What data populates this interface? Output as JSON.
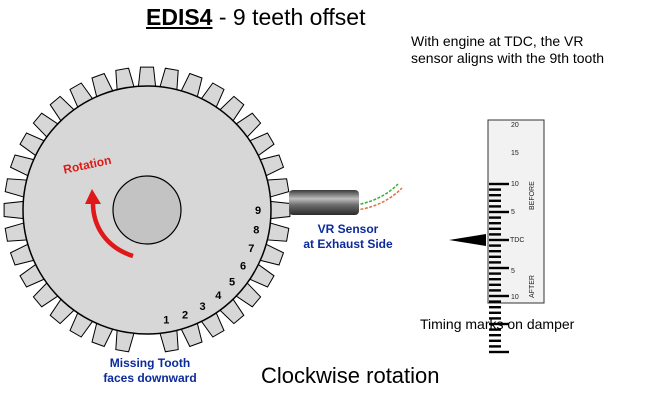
{
  "title": {
    "bold": "EDIS4",
    "rest": " - 9 teeth offset"
  },
  "note": {
    "line1": "With engine at TDC, the VR",
    "line2": "sensor aligns with the 9th tooth"
  },
  "wheel": {
    "rotation_label": "Rotation",
    "tooth_numbers": [
      "1",
      "2",
      "3",
      "4",
      "5",
      "6",
      "7",
      "8",
      "9"
    ]
  },
  "vr_sensor": {
    "line1": "VR Sensor",
    "line2": "at Exhaust Side"
  },
  "missing_tooth": {
    "line1": "Missing Tooth",
    "line2": "faces downward"
  },
  "damper": {
    "before_label": "BEFORE",
    "after_label": "AFTER",
    "tdc_label": "TDC",
    "numbers": [
      "20",
      "15",
      "10",
      "5",
      "5",
      "10"
    ],
    "caption": "Timing marks on damper"
  },
  "rotation_caption": "Clockwise rotation",
  "colors": {
    "rotation_arrow": "#e01818",
    "labels": "#0b2a9c",
    "wire_green": "#2bb52b",
    "wire_orange": "#e0703a"
  }
}
